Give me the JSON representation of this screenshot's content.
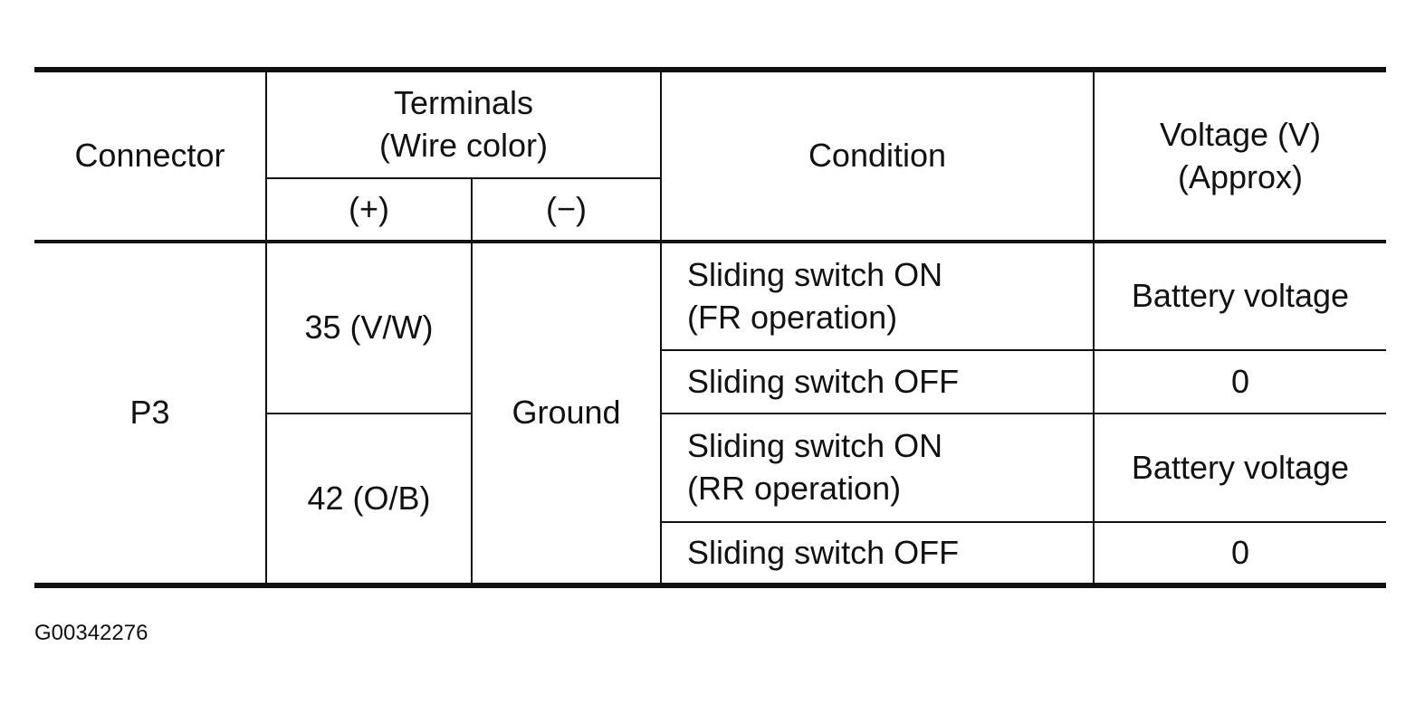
{
  "table": {
    "headers": {
      "connector": "Connector",
      "terminals_line1": "Terminals",
      "terminals_line2": "(Wire color)",
      "plus": "(+)",
      "minus": "(−)",
      "condition": "Condition",
      "voltage_line1": "Voltage (V)",
      "voltage_line2": "(Approx)"
    },
    "connector": "P3",
    "ground": "Ground",
    "rows": [
      {
        "terminal_plus": "35 (V/W)",
        "conditions": [
          {
            "line1": "Sliding switch ON",
            "line2": "(FR operation)",
            "voltage": "Battery voltage"
          },
          {
            "line1": "Sliding switch OFF",
            "line2": "",
            "voltage": "0"
          }
        ]
      },
      {
        "terminal_plus": "42 (O/B)",
        "conditions": [
          {
            "line1": "Sliding switch ON",
            "line2": "(RR operation)",
            "voltage": "Battery voltage"
          },
          {
            "line1": "Sliding switch OFF",
            "line2": "",
            "voltage": "0"
          }
        ]
      }
    ]
  },
  "caption": "G00342276"
}
